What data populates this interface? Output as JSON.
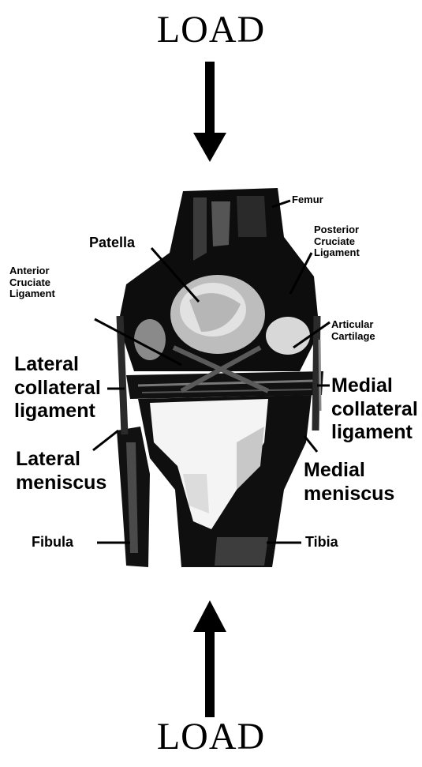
{
  "load_top": "LOAD",
  "load_bottom": "LOAD",
  "labels": {
    "femur": "Femur",
    "posterior_cruciate": [
      "Posterior",
      "Cruciate",
      "Ligament"
    ],
    "patella": "Patella",
    "anterior_cruciate": [
      "Anterior",
      "Cruciate",
      "Ligament"
    ],
    "articular_cartilage": [
      "Articular",
      "Cartilage"
    ],
    "lateral_collateral": [
      "Lateral",
      "collateral",
      "ligament"
    ],
    "medial_collateral": [
      "Medial",
      "collateral",
      "ligament"
    ],
    "lateral_meniscus": [
      "Lateral",
      "meniscus"
    ],
    "medial_meniscus": [
      "Medial",
      "meniscus"
    ],
    "fibula": "Fibula",
    "tibia": "Tibia"
  }
}
